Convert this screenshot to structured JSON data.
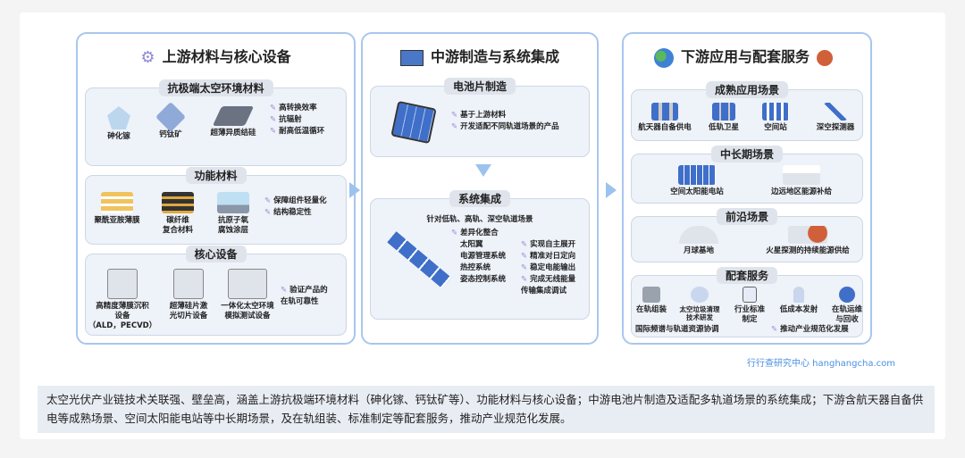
{
  "upstream": {
    "title": "上游材料与核心设备",
    "extreme": {
      "title": "抗极端太空环境材料",
      "items": [
        "砷化镓",
        "钙钛矿",
        "超薄异质结硅"
      ],
      "bullets": [
        "高转换效率",
        "抗辐射",
        "耐高低温循环"
      ]
    },
    "functional": {
      "title": "功能材料",
      "items": [
        "聚酰亚胺薄膜",
        "碳纤维\n复合材料",
        "抗原子氧\n腐蚀涂层"
      ],
      "bullets": [
        "保障组件轻量化",
        "结构稳定性"
      ]
    },
    "equipment": {
      "title": "核心设备",
      "items": [
        "高精度薄膜沉积\n设备\n（ALD，PECVD）",
        "超薄硅片激\n光切片设备",
        "一体化太空环境\n模拟测试设备"
      ],
      "bullets": [
        "验证产品的\n在轨可靠性"
      ]
    }
  },
  "midstream": {
    "title": "中游制造与系统集成",
    "cell": {
      "title": "电池片制造",
      "bullets": [
        "基于上游材料",
        "开发适配不同轨道场景的产品"
      ]
    },
    "integration": {
      "title": "系统集成",
      "subtitle": "针对低轨、高轨、深空轨道场景",
      "list_head": "差异化整合",
      "list": [
        "太阳翼",
        "电源管理系统",
        "热控系统",
        "姿态控制系统"
      ],
      "bullets": [
        "实现自主展开",
        "精准对日定向",
        "稳定电能输出",
        "完成无线能量\n传输集成调试"
      ]
    }
  },
  "downstream": {
    "title": "下游应用与配套服务",
    "mature": {
      "title": "成熟应用场景",
      "items": [
        "航天器自备供电",
        "低轨卫星",
        "空间站",
        "深空探测器"
      ]
    },
    "mid_long": {
      "title": "中长期场景",
      "items": [
        "空间太阳能电站",
        "边远地区能源补给"
      ]
    },
    "frontier": {
      "title": "前沿场景",
      "items": [
        "月球基地",
        "火星探测的持续能源供给"
      ]
    },
    "services": {
      "title": "配套服务",
      "items": [
        "在轨组装",
        "太空垃圾清理\n技术研发",
        "行业标准\n制定",
        "低成本发射",
        "在轨运维\n与回收"
      ],
      "footer_left": "国际频谱与轨道资源协调",
      "footer_right": "推动产业规范化发展"
    }
  },
  "watermark": "行行查研究中心  hanghangcha.com",
  "caption": "太空光伏产业链技术关联强、壁垒高，涵盖上游抗极端环境材料（砷化镓、钙钛矿等）、功能材料与核心设备；中游电池片制造及适配多轨道场景的系统集成；下游含航天器自备供电等成熟场景、空间太阳能电站等中长期场景，及在轨组装、标准制定等配套服务，推动产业规范化发展。"
}
